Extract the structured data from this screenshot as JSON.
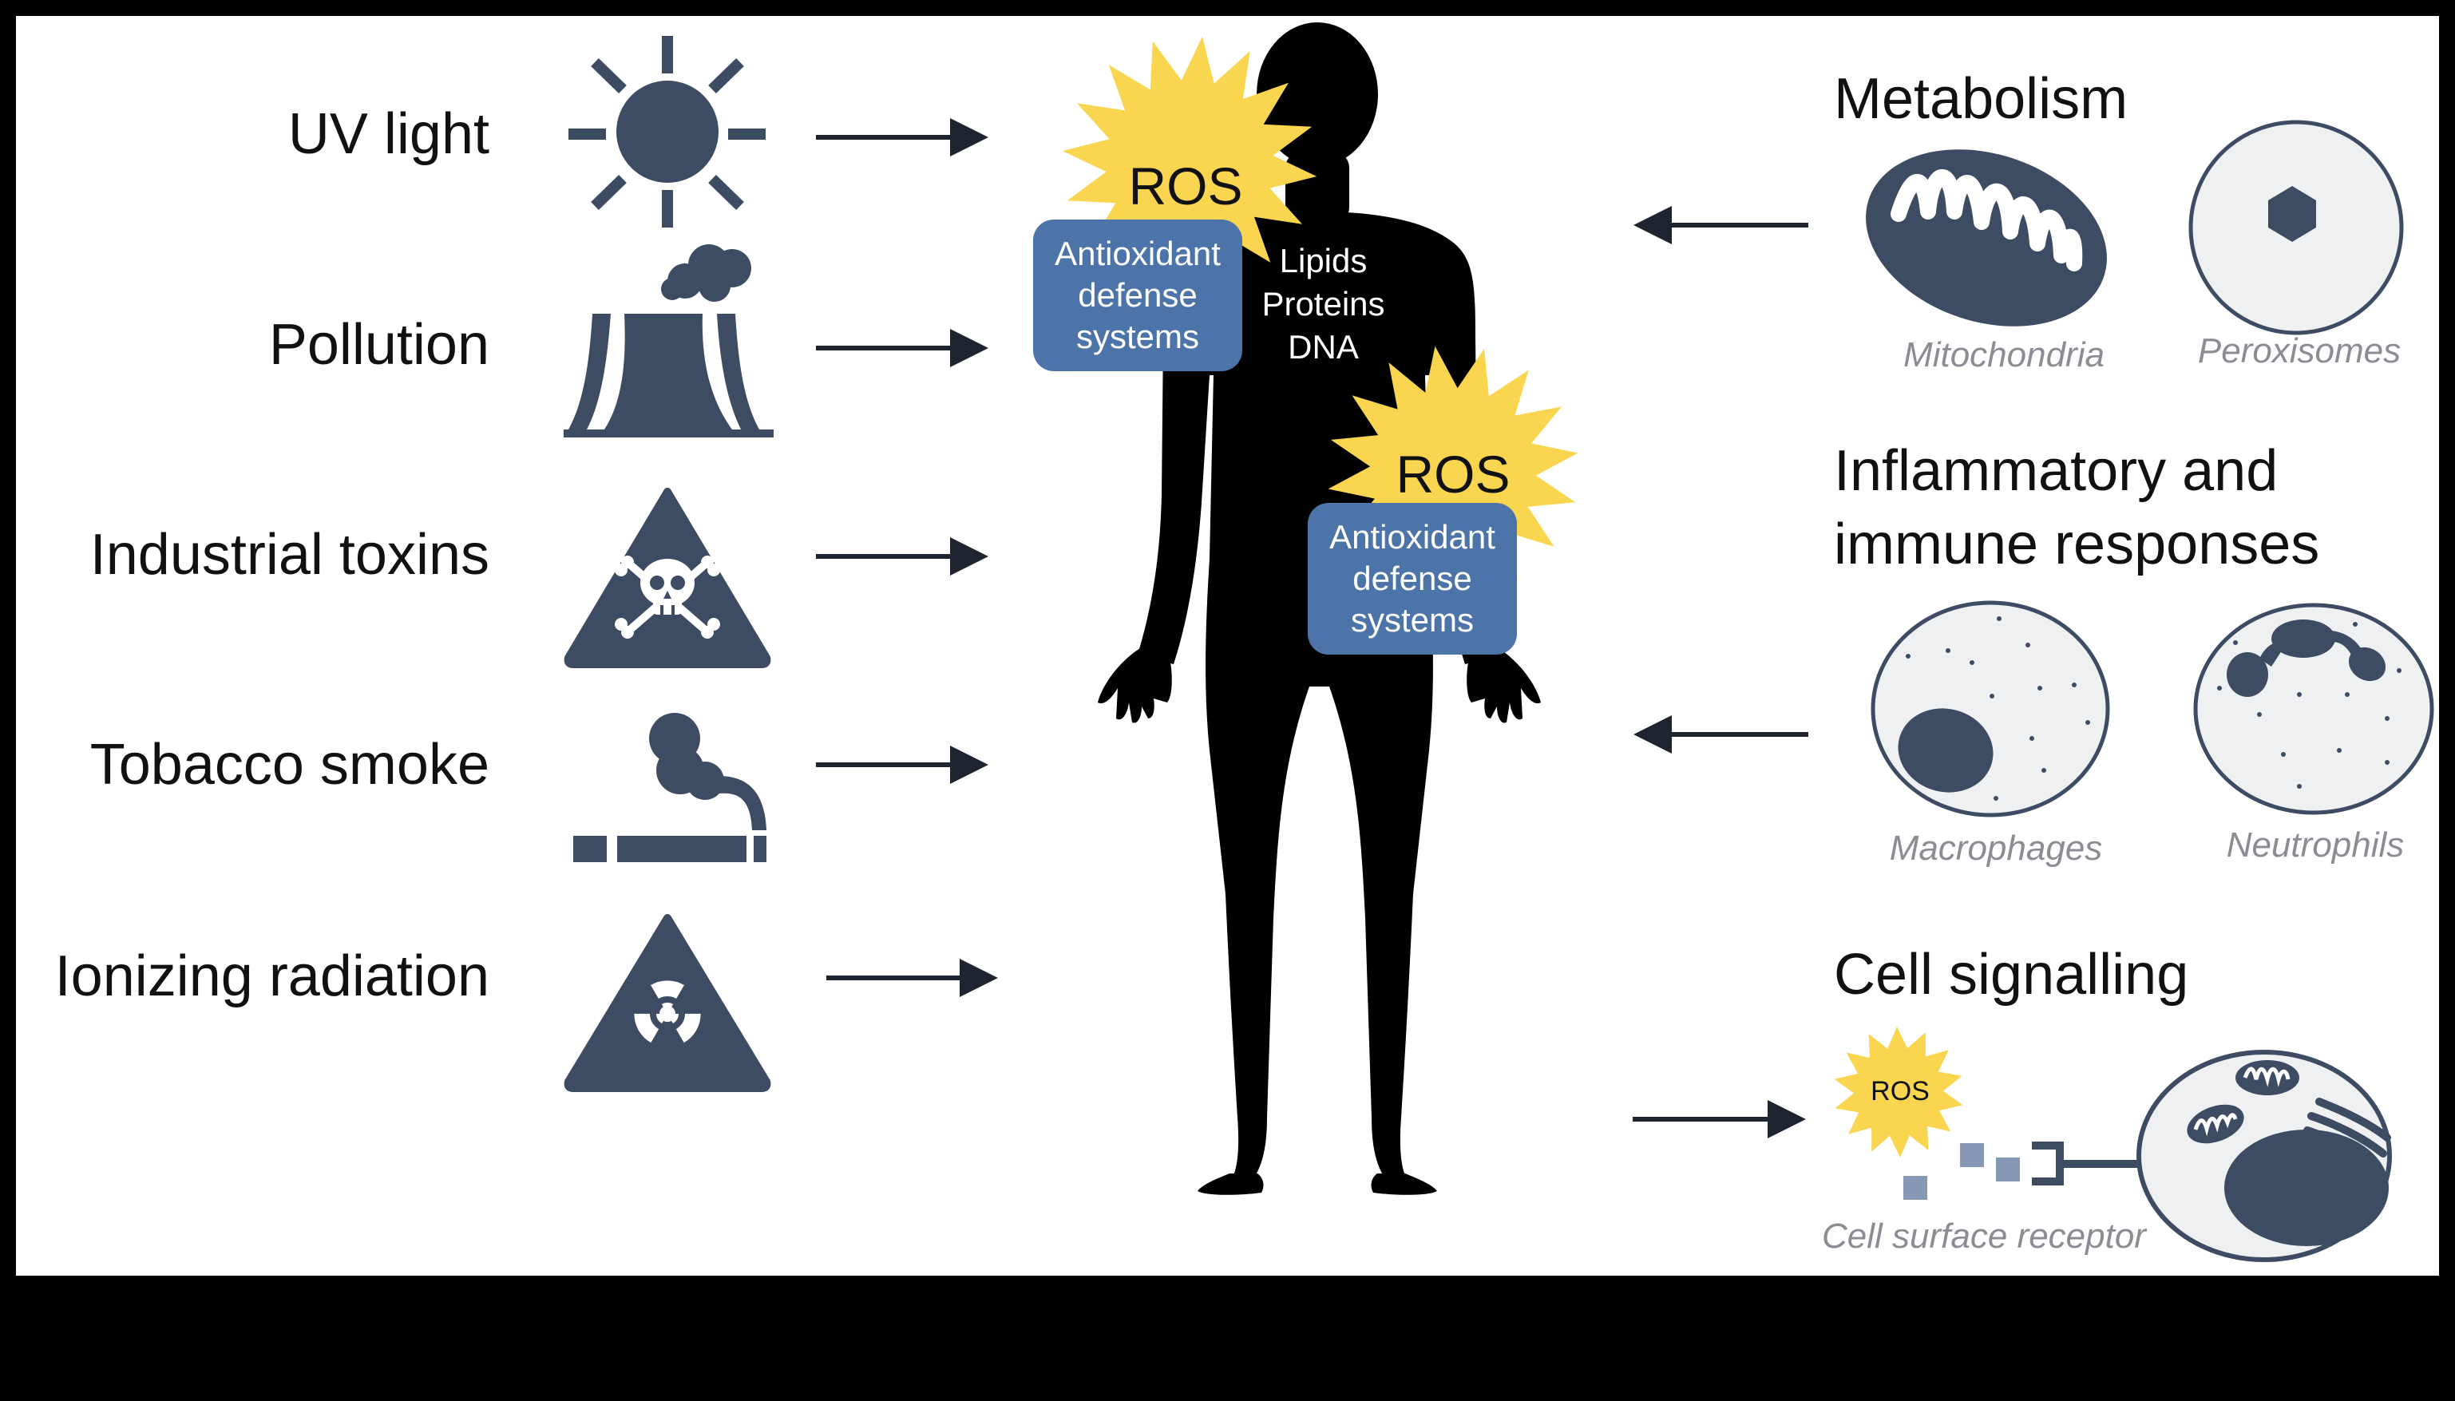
{
  "sources": [
    {
      "label": "UV light",
      "icon": "sun-icon"
    },
    {
      "label": "Pollution",
      "icon": "factory-icon"
    },
    {
      "label": "Industrial toxins",
      "icon": "toxic-hazard-icon"
    },
    {
      "label": "Tobacco smoke",
      "icon": "cigarette-icon"
    },
    {
      "label": "Ionizing radiation",
      "icon": "radiation-hazard-icon"
    }
  ],
  "body": {
    "ros_upper": "ROS",
    "ros_lower": "ROS",
    "antioxidant_upper": "Antioxidant defense systems",
    "antioxidant_lower": "Antioxidant defense systems",
    "targets": [
      "Lipids",
      "Proteins",
      "DNA"
    ]
  },
  "endogenous": {
    "metabolism": {
      "title": "Metabolism",
      "cells": [
        "Mitochondria",
        "Peroxisomes"
      ]
    },
    "inflammation": {
      "title_line1": "Inflammatory and",
      "title_line2": "immune responses",
      "cells": [
        "Macrophages",
        "Neutrophils"
      ]
    },
    "signalling": {
      "title": "Cell signalling",
      "ros": "ROS",
      "caption": "Cell surface receptor"
    }
  },
  "colors": {
    "background": "#ffffff",
    "frame": "#000000",
    "icon": "#3d4c63",
    "ros_burst": "#f9d550",
    "antioxidant_box": "#4d74a8",
    "cell_fill": "#eef0f2",
    "cell_stroke": "#3d4c63",
    "caption": "#8a8d93"
  }
}
